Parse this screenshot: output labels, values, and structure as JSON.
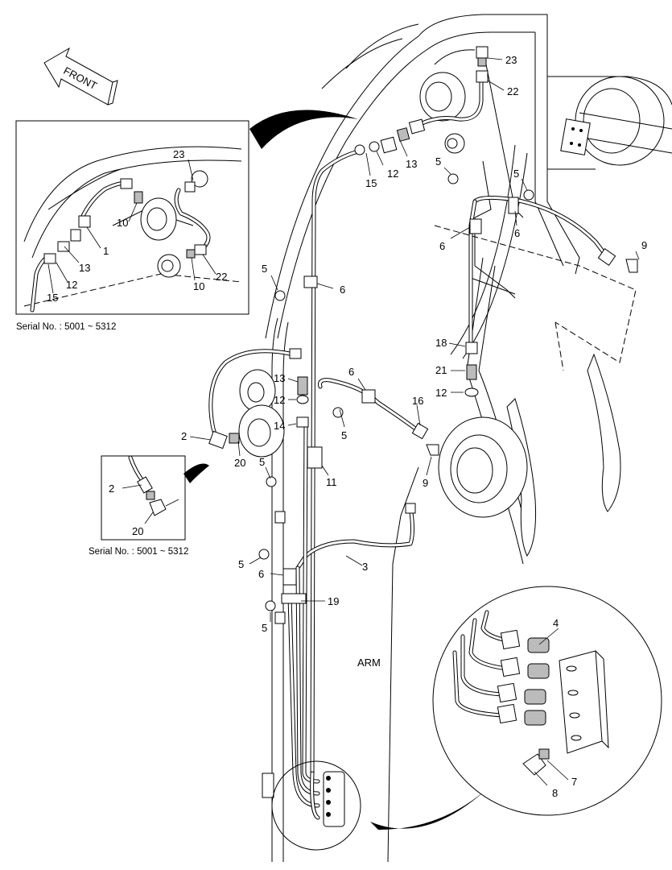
{
  "front_label": "FRONT",
  "arm_label": "ARM",
  "serial_top": "Serial No. : 5001 ~ 5312",
  "serial_mid": "Serial No. : 5001 ~ 5312",
  "callouts": {
    "c23": "23",
    "c22": "22",
    "c15": "15",
    "c12": "12",
    "c13": "13",
    "c5a": "5",
    "c5b": "5",
    "c5c": "5",
    "c5d": "5",
    "c5e": "5",
    "c5f": "5",
    "c5g": "5",
    "c6a": "6",
    "c6b": "6",
    "c6c": "6",
    "c6d": "6",
    "c6e": "6",
    "c9a": "9",
    "c9b": "9",
    "c18": "18",
    "c21": "21",
    "c12b": "12",
    "c16": "16",
    "c13b": "13",
    "c12c": "12",
    "c14": "14",
    "c2": "2",
    "c20": "20",
    "c11": "11",
    "c3": "3",
    "c19": "19",
    "c4": "4",
    "c7": "7",
    "c8": "8"
  },
  "inset_top_callouts": {
    "i23": "23",
    "i10a": "10",
    "i1": "1",
    "i13": "13",
    "i12": "12",
    "i15": "15",
    "i10b": "10",
    "i22": "22"
  },
  "inset_mid_callouts": {
    "m2": "2",
    "m20": "20"
  }
}
